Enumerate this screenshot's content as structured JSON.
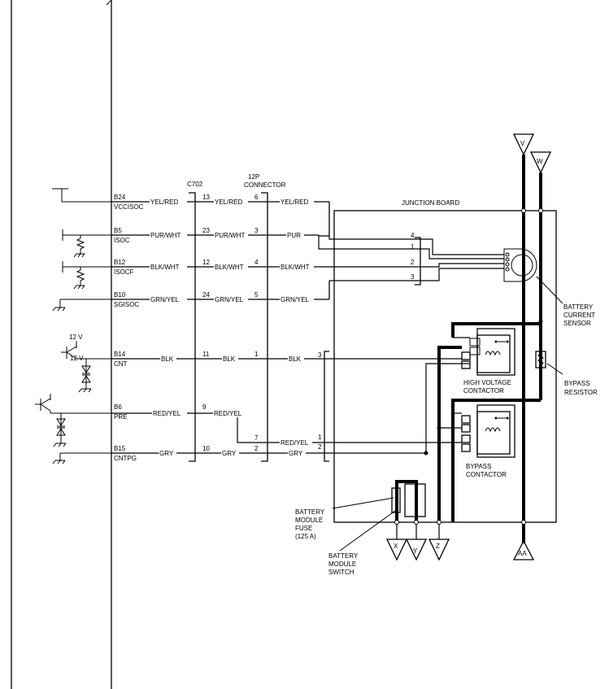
{
  "connectors": {
    "c702": "C702",
    "p12_line1": "12P",
    "p12_line2": "CONNECTOR"
  },
  "junction_board": "JUNCTION BOARD",
  "circuits": [
    {
      "pin": "B24",
      "signal": "VCCISOC",
      "ecm_wire": "YEL/RED",
      "c702_pin": "13",
      "mid_wire": "YEL/RED",
      "p12_pin": "6",
      "jb_wire": "YEL/RED"
    },
    {
      "pin": "B5",
      "signal": "ISOC",
      "ecm_wire": "PUR/WHT",
      "c702_pin": "23",
      "mid_wire": "PUR/WHT",
      "p12_pin": "3",
      "jb_wire": "PUR"
    },
    {
      "pin": "B12",
      "signal": "ISOCF",
      "ecm_wire": "BLK/WHT",
      "c702_pin": "12",
      "mid_wire": "BLK/WHT",
      "p12_pin": "4",
      "jb_wire": "BLK/WHT"
    },
    {
      "pin": "B10",
      "signal": "SGISOC",
      "ecm_wire": "GRN/YEL",
      "c702_pin": "24",
      "mid_wire": "GRN/YEL",
      "p12_pin": "5",
      "jb_wire": "GRN/YEL"
    },
    {
      "pin": "B14",
      "signal": "CNT",
      "ecm_wire": "BLK",
      "c702_pin": "11",
      "mid_wire": "BLK",
      "p12_pin": "1",
      "jb_wire": "BLK"
    },
    {
      "pin": "B6",
      "signal": "PRE",
      "ecm_wire": "RED/YEL",
      "c702_pin": "9",
      "mid_wire": "RED/YEL",
      "p12_pin": "7",
      "jb_wire": "RED/YEL"
    },
    {
      "pin": "B15",
      "signal": "CNTPG",
      "ecm_wire": "GRY",
      "c702_pin": "10",
      "mid_wire": "GRY",
      "p12_pin": "2",
      "jb_wire": "GRY"
    }
  ],
  "sensor_pins": [
    "4",
    "1",
    "2",
    "3"
  ],
  "contactor_pins": {
    "cnt": "3",
    "pre": "1",
    "gnd": "2"
  },
  "supply_label": "12 V",
  "terminals": {
    "v": "V",
    "w": "W",
    "x": "X",
    "y": "Y",
    "z": "Z",
    "aa": "AA"
  },
  "components": {
    "battery_current_sensor": [
      "BATTERY",
      "CURRENT",
      "SENSOR"
    ],
    "bypass_resistor": [
      "BYPASS",
      "RESISTOR"
    ],
    "high_voltage_contactor": [
      "HIGH VOLTAGE",
      "CONTACTOR"
    ],
    "bypass_contactor": [
      "BYPASS",
      "CONTACTOR"
    ],
    "battery_module_fuse": [
      "BATTERY",
      "MODULE",
      "FUSE",
      "(125 A)"
    ],
    "battery_module_switch": [
      "BATTERY",
      "MODULE",
      "SWITCH"
    ]
  }
}
